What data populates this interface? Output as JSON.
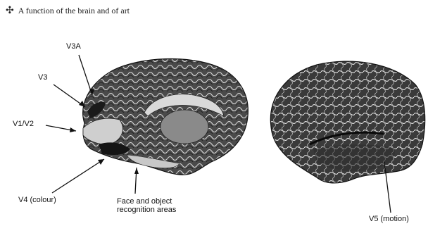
{
  "header": {
    "ornament": "✣",
    "text": "A function of the brain and of art"
  },
  "labels": {
    "v3a": "V3A",
    "v3": "V3",
    "v1v2": "V1/V2",
    "v4": "V4 (colour)",
    "face_line1": "Face and object",
    "face_line2": "recognition areas",
    "v5": "V5 (motion)"
  },
  "colors": {
    "brain_dark": "#2a2a2a",
    "brain_mid": "#5a5a5a",
    "brain_light": "#cfcfcf",
    "ink": "#111111"
  }
}
